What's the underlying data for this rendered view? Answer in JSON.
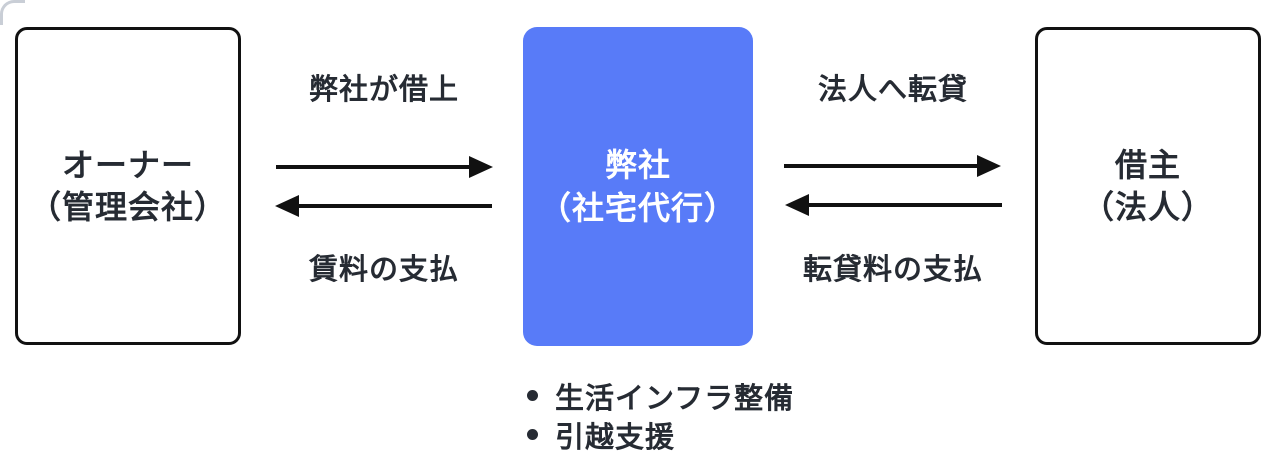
{
  "diagram": {
    "nodes": {
      "owner": {
        "line1": "オーナー",
        "line2": "（管理会社）"
      },
      "company": {
        "line1": "弊社",
        "line2": "（社宅代行）"
      },
      "tenant": {
        "line1": "借主",
        "line2": "（法人）"
      }
    },
    "flows": {
      "owner_company": {
        "forward_label": "弊社が借上",
        "back_label": "賃料の支払"
      },
      "company_tenant": {
        "forward_label": "法人へ転貸",
        "back_label": "転貸料の支払"
      }
    },
    "services": {
      "items": [
        "生活インフラ整備",
        "引越支援"
      ]
    },
    "colors": {
      "company_fill": "#587bf8",
      "text_dark": "#262b33",
      "line_black": "#111111",
      "corner_gray": "#c9ced6"
    }
  }
}
